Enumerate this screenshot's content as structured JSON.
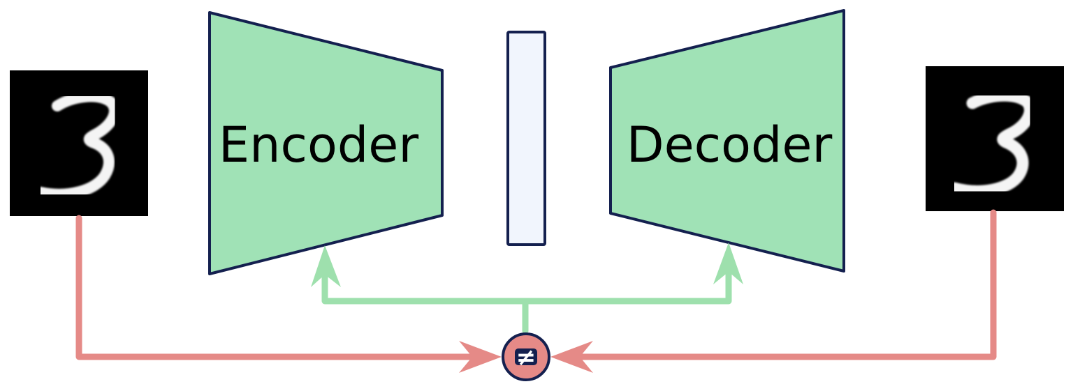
{
  "diagram": {
    "encoder_label": "Encoder",
    "decoder_label": "Decoder",
    "input_digit": "3",
    "output_digit": "3",
    "compare_symbol": "≠"
  },
  "colors": {
    "block_fill": "#a0e2b6",
    "block_stroke": "#14204f",
    "latent_fill": "#f1f5fd",
    "error_path": "#e58a87",
    "gradient_path": "#9ee0ad",
    "compare_fill": "#e58a87",
    "image_background": "#000000",
    "digit_color": "#f4f4f4"
  },
  "icons": {
    "compare_node": "not-equal-icon"
  }
}
